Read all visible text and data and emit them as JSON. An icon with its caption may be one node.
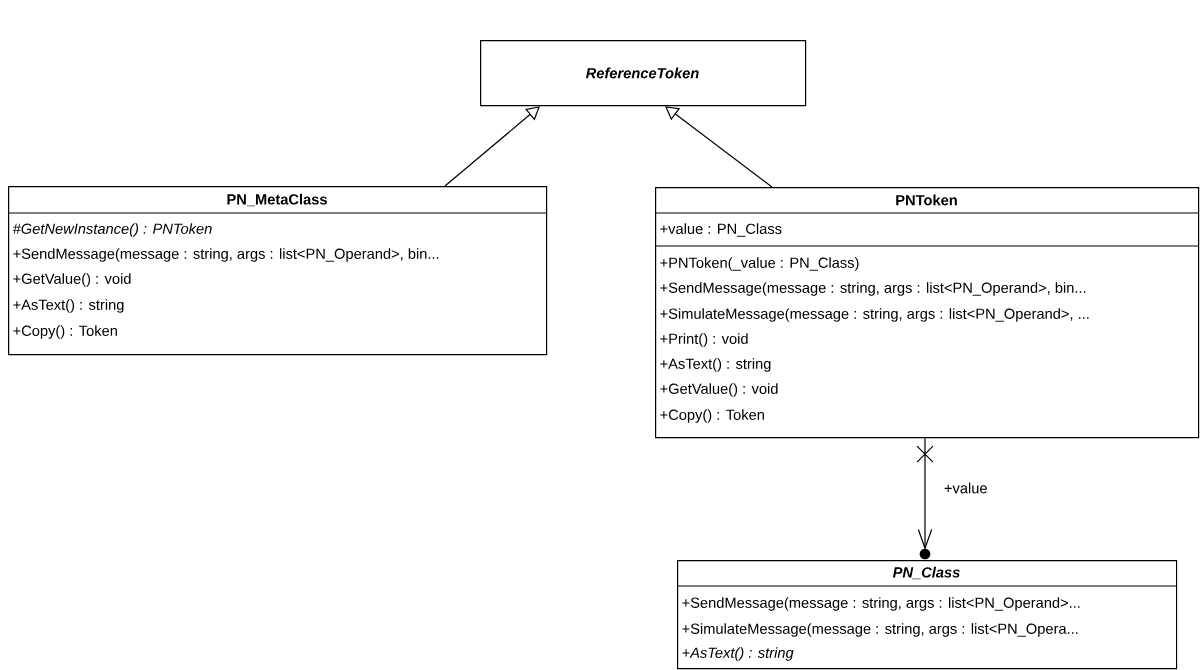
{
  "diagram": {
    "nodes": [
      {
        "text": [
          "ReferenceToken"
        ]
      },
      {
        "text": [
          "PN_MetaClass",
          "#GetNewInstance() : PNToken",
          "+SendMessage(message : string, args : list<PN_Operand>, bin...",
          "+GetValue() : void",
          "+AsText() : string",
          "+Copy() : Token"
        ]
      },
      {
        "text": [
          "PNToken",
          "+value : PN_Class",
          "+PNToken(_value : PN_Class)",
          "+SendMessage(message : string, args : list<PN_Operand>, bin...",
          "+SimulateMessage(message : string, args : list<PN_Operand>, ...",
          "+Print() : void",
          "+AsText() : string",
          "+GetValue() : void",
          "+Copy() : Token"
        ]
      },
      {
        "text": [
          "PN_Class",
          "+SendMessage(message : string, args : list<PN_Operand>...",
          "+SimulateMessage(message : string, args : list<PN_Opera...",
          "+AsText() : string"
        ]
      }
    ],
    "edges": [
      {
        "from": 1,
        "to": 0,
        "arrow": "to"
      },
      {
        "from": 2,
        "to": 0,
        "arrow": "to"
      },
      {
        "from": 2,
        "to": 3,
        "arrow": "to",
        "label": "+value"
      }
    ]
  }
}
